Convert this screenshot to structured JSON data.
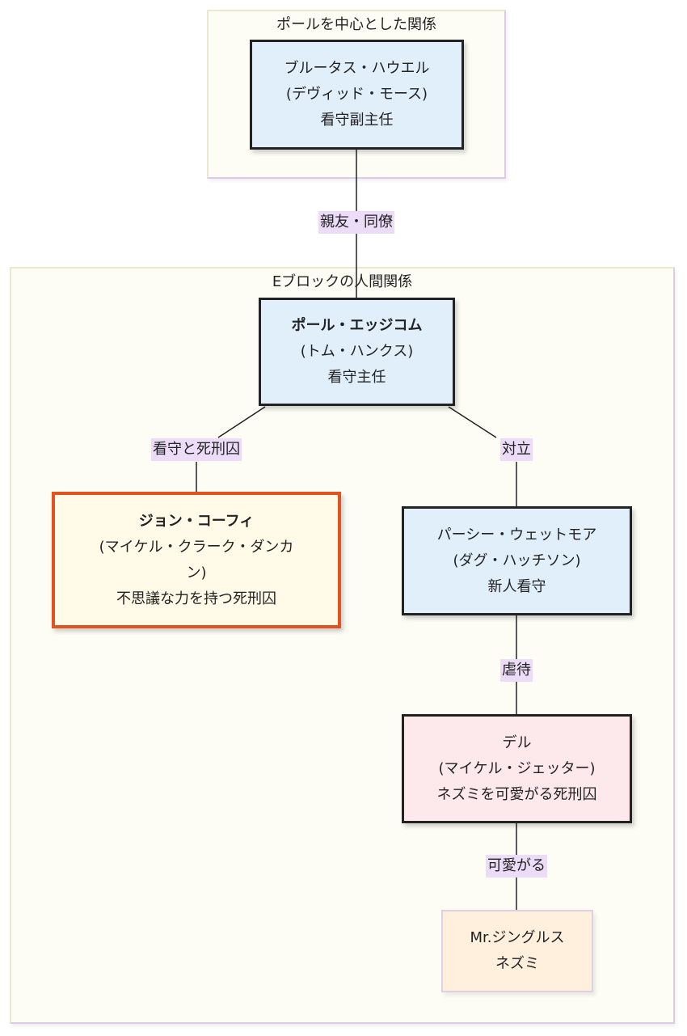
{
  "clusters": {
    "top": {
      "title": "ポールを中心とした関係"
    },
    "main": {
      "title": "Eブロックの人間関係"
    }
  },
  "nodes": {
    "brutus": {
      "name": "ブルータス・ハウエル",
      "actor": "(デヴィッド・モース)",
      "role": "看守副主任"
    },
    "paul": {
      "name": "ポール・エッジコム",
      "actor": "(トム・ハンクス)",
      "role": "看守主任"
    },
    "coffey": {
      "name": "ジョン・コーフィ",
      "actor_line1": "(マイケル・クラーク・ダンカ",
      "actor_line2": "ン)",
      "role": "不思議な力を持つ死刑囚"
    },
    "percy": {
      "name": "パーシー・ウェットモア",
      "actor": "(ダグ・ハッチソン)",
      "role": "新人看守"
    },
    "del": {
      "name": "デル",
      "actor": "(マイケル・ジェッター)",
      "role": "ネズミを可愛がる死刑囚"
    },
    "jingles": {
      "name": "Mr.ジングルス",
      "role": "ネズミ"
    }
  },
  "edges": {
    "brutus_paul": "親友・同僚",
    "paul_coffey": "看守と死刑囚",
    "paul_percy": "対立",
    "percy_del": "虐待",
    "del_jingles": "可愛がる"
  },
  "colors": {
    "guard_fill": "#e1effb",
    "prisoner_fill": "#fde8ec",
    "coffey_fill": "#fffbe8",
    "coffey_border": "#e2531f",
    "mouse_fill": "#fef0dd",
    "edge_label_bg": "#ecdcf8"
  }
}
